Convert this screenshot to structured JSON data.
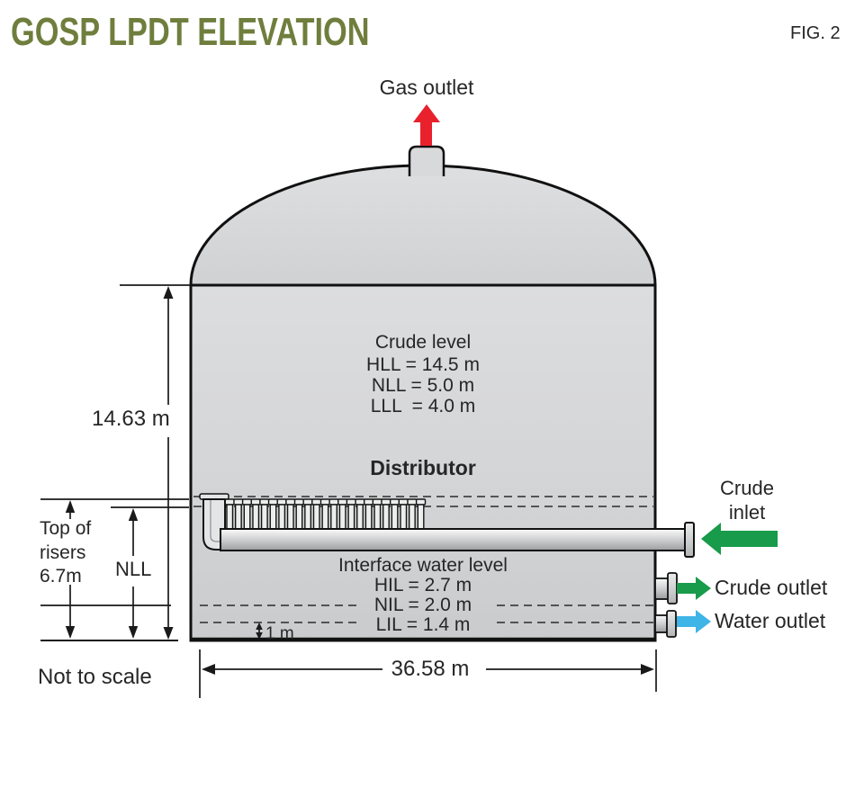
{
  "header": {
    "title": "GOSP LPDT ELEVATION",
    "fig_label": "FIG. 2"
  },
  "labels": {
    "gas_outlet": "Gas outlet",
    "crude_inlet_line1": "Crude",
    "crude_inlet_line2": "inlet",
    "crude_outlet": "Crude outlet",
    "water_outlet": "Water outlet",
    "distributor": "Distributor",
    "not_to_scale": "Not to scale"
  },
  "crude_level": {
    "title": "Crude level",
    "hll": "HLL = 14.5 m",
    "nll": "NLL = 5.0 m",
    "lll": "LLL  = 4.0 m"
  },
  "interface_water_level": {
    "title": "Interface water level",
    "hil": "HIL = 2.7 m",
    "nil": "NIL = 2.0 m",
    "lil": "LIL = 1.4 m"
  },
  "dimensions": {
    "shell_height": "14.63 m",
    "top_of_risers_line1": "Top of",
    "top_of_risers_line2": "risers",
    "top_of_risers_line3": "6.7m",
    "nll_dim": "NLL",
    "one_meter": "1 m",
    "diameter": "36.58 m"
  },
  "colors": {
    "title_green": "#6f7e3d",
    "gas_red": "#e8212d",
    "flow_green": "#189b4a",
    "water_blue": "#3fb4e6",
    "line_dark": "#1a1a1a"
  }
}
